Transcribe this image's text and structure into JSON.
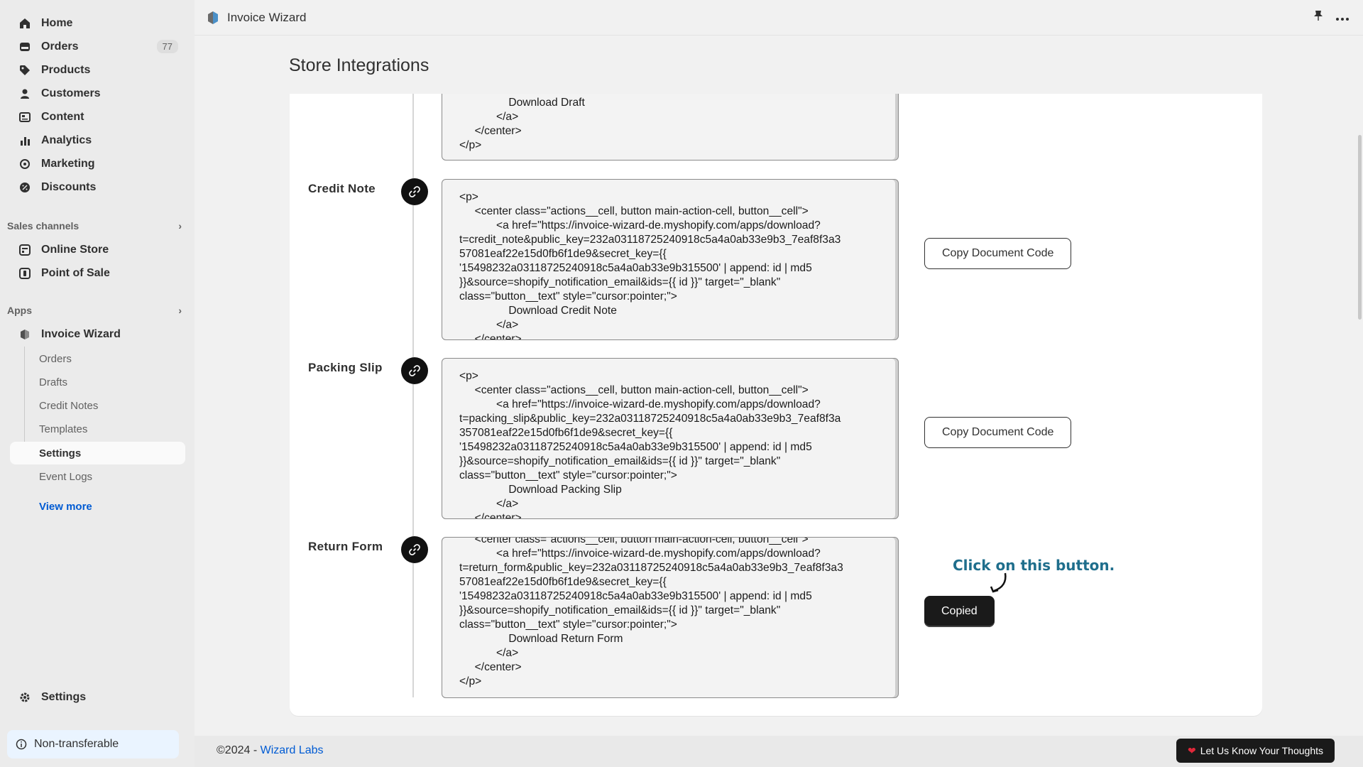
{
  "sidebar": {
    "nav": [
      {
        "label": "Home",
        "icon": "home-icon"
      },
      {
        "label": "Orders",
        "icon": "orders-icon",
        "badge": "77"
      },
      {
        "label": "Products",
        "icon": "tag-icon"
      },
      {
        "label": "Customers",
        "icon": "person-icon"
      },
      {
        "label": "Content",
        "icon": "content-icon"
      },
      {
        "label": "Analytics",
        "icon": "bar-chart-icon"
      },
      {
        "label": "Marketing",
        "icon": "target-icon"
      },
      {
        "label": "Discounts",
        "icon": "discount-icon"
      }
    ],
    "sales_channels": {
      "title": "Sales channels",
      "items": [
        {
          "label": "Online Store",
          "icon": "store-icon"
        },
        {
          "label": "Point of Sale",
          "icon": "pos-icon"
        }
      ]
    },
    "apps": {
      "title": "Apps",
      "app_name": "Invoice Wizard",
      "sub_items": [
        "Orders",
        "Drafts",
        "Credit Notes",
        "Templates",
        "Settings",
        "Event Logs"
      ],
      "active_sub_item": "Settings",
      "view_more": "View more"
    },
    "settings_label": "Settings",
    "non_transferable": "Non-transferable"
  },
  "topbar": {
    "app_title": "Invoice Wizard"
  },
  "page": {
    "title": "Store Integrations"
  },
  "rows": {
    "top_partial": {
      "code": "                Download Draft\n            </a>\n     </center>\n</p>"
    },
    "credit_note": {
      "label": "Credit Note",
      "code": "<p>\n     <center class=\"actions__cell, button main-action-cell, button__cell\">\n            <a href=\"https://invoice-wizard-de.myshopify.com/apps/download?\nt=credit_note&public_key=232a03118725240918c5a4a0ab33e9b3_7eaf8f3a3\n57081eaf22e15d0fb6f1de9&secret_key={{\n'15498232a03118725240918c5a4a0ab33e9b315500' | append: id | md5\n}}&source=shopify_notification_email&ids={{ id }}\" target=\"_blank\"\nclass=\"button__text\" style=\"cursor:pointer;\">\n                Download Credit Note\n            </a>\n     </center>",
      "button": "Copy Document Code"
    },
    "packing_slip": {
      "label": "Packing Slip",
      "code": "<p>\n     <center class=\"actions__cell, button main-action-cell, button__cell\">\n            <a href=\"https://invoice-wizard-de.myshopify.com/apps/download?\nt=packing_slip&public_key=232a03118725240918c5a4a0ab33e9b3_7eaf8f3a\n357081eaf22e15d0fb6f1de9&secret_key={{\n'15498232a03118725240918c5a4a0ab33e9b315500' | append: id | md5\n}}&source=shopify_notification_email&ids={{ id }}\" target=\"_blank\"\nclass=\"button__text\" style=\"cursor:pointer;\">\n                Download Packing Slip\n            </a>\n     </center>",
      "button": "Copy Document Code"
    },
    "return_form": {
      "label": "Return Form",
      "code": "     <center class=\"actions__cell, button main-action-cell, button__cell\">\n            <a href=\"https://invoice-wizard-de.myshopify.com/apps/download?\nt=return_form&public_key=232a03118725240918c5a4a0ab33e9b3_7eaf8f3a3\n57081eaf22e15d0fb6f1de9&secret_key={{\n'15498232a03118725240918c5a4a0ab33e9b315500' | append: id | md5\n}}&source=shopify_notification_email&ids={{ id }}\" target=\"_blank\"\nclass=\"button__text\" style=\"cursor:pointer;\">\n                Download Return Form\n            </a>\n     </center>\n</p>",
      "button": "Copied",
      "hint": "Click on this button."
    }
  },
  "footer": {
    "copyright_prefix": "©2024 - ",
    "company": "Wizard Labs",
    "feedback_button": "Let Us Know Your Thoughts"
  },
  "colors": {
    "accent_link": "#005bd3",
    "hint": "#1f6e8c",
    "dark_button": "#1a1a1a"
  }
}
